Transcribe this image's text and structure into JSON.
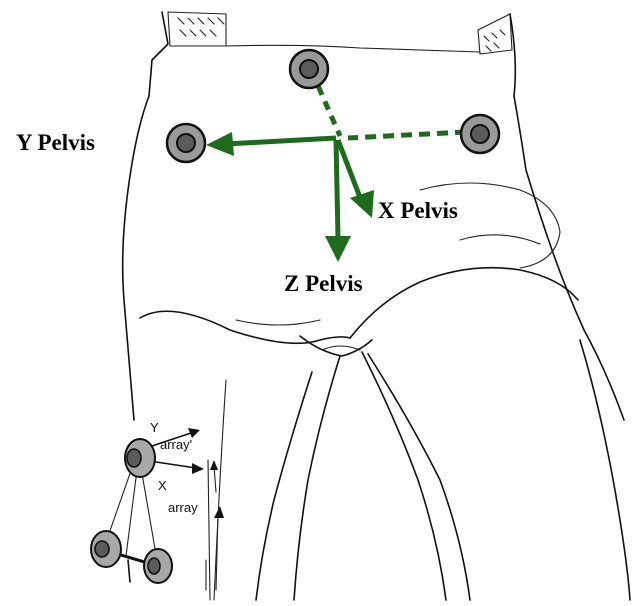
{
  "labels": {
    "y_pelvis": "Y Pelvis",
    "x_pelvis": "X Pelvis",
    "z_pelvis": "Z Pelvis",
    "y_array_letter": "Y",
    "y_array_word": "array'",
    "x_array_letter": "X",
    "x_array_word": "array"
  },
  "colors": {
    "axis_green": "#1e6b1e",
    "marker_gray": "#9a9a9a",
    "marker_center": "#5c5c5c",
    "ink": "#111111"
  },
  "markers": [
    "pelvis-top-marker",
    "pelvis-left-marker",
    "pelvis-right-marker",
    "array-top-marker",
    "array-left-marker",
    "array-right-marker"
  ]
}
